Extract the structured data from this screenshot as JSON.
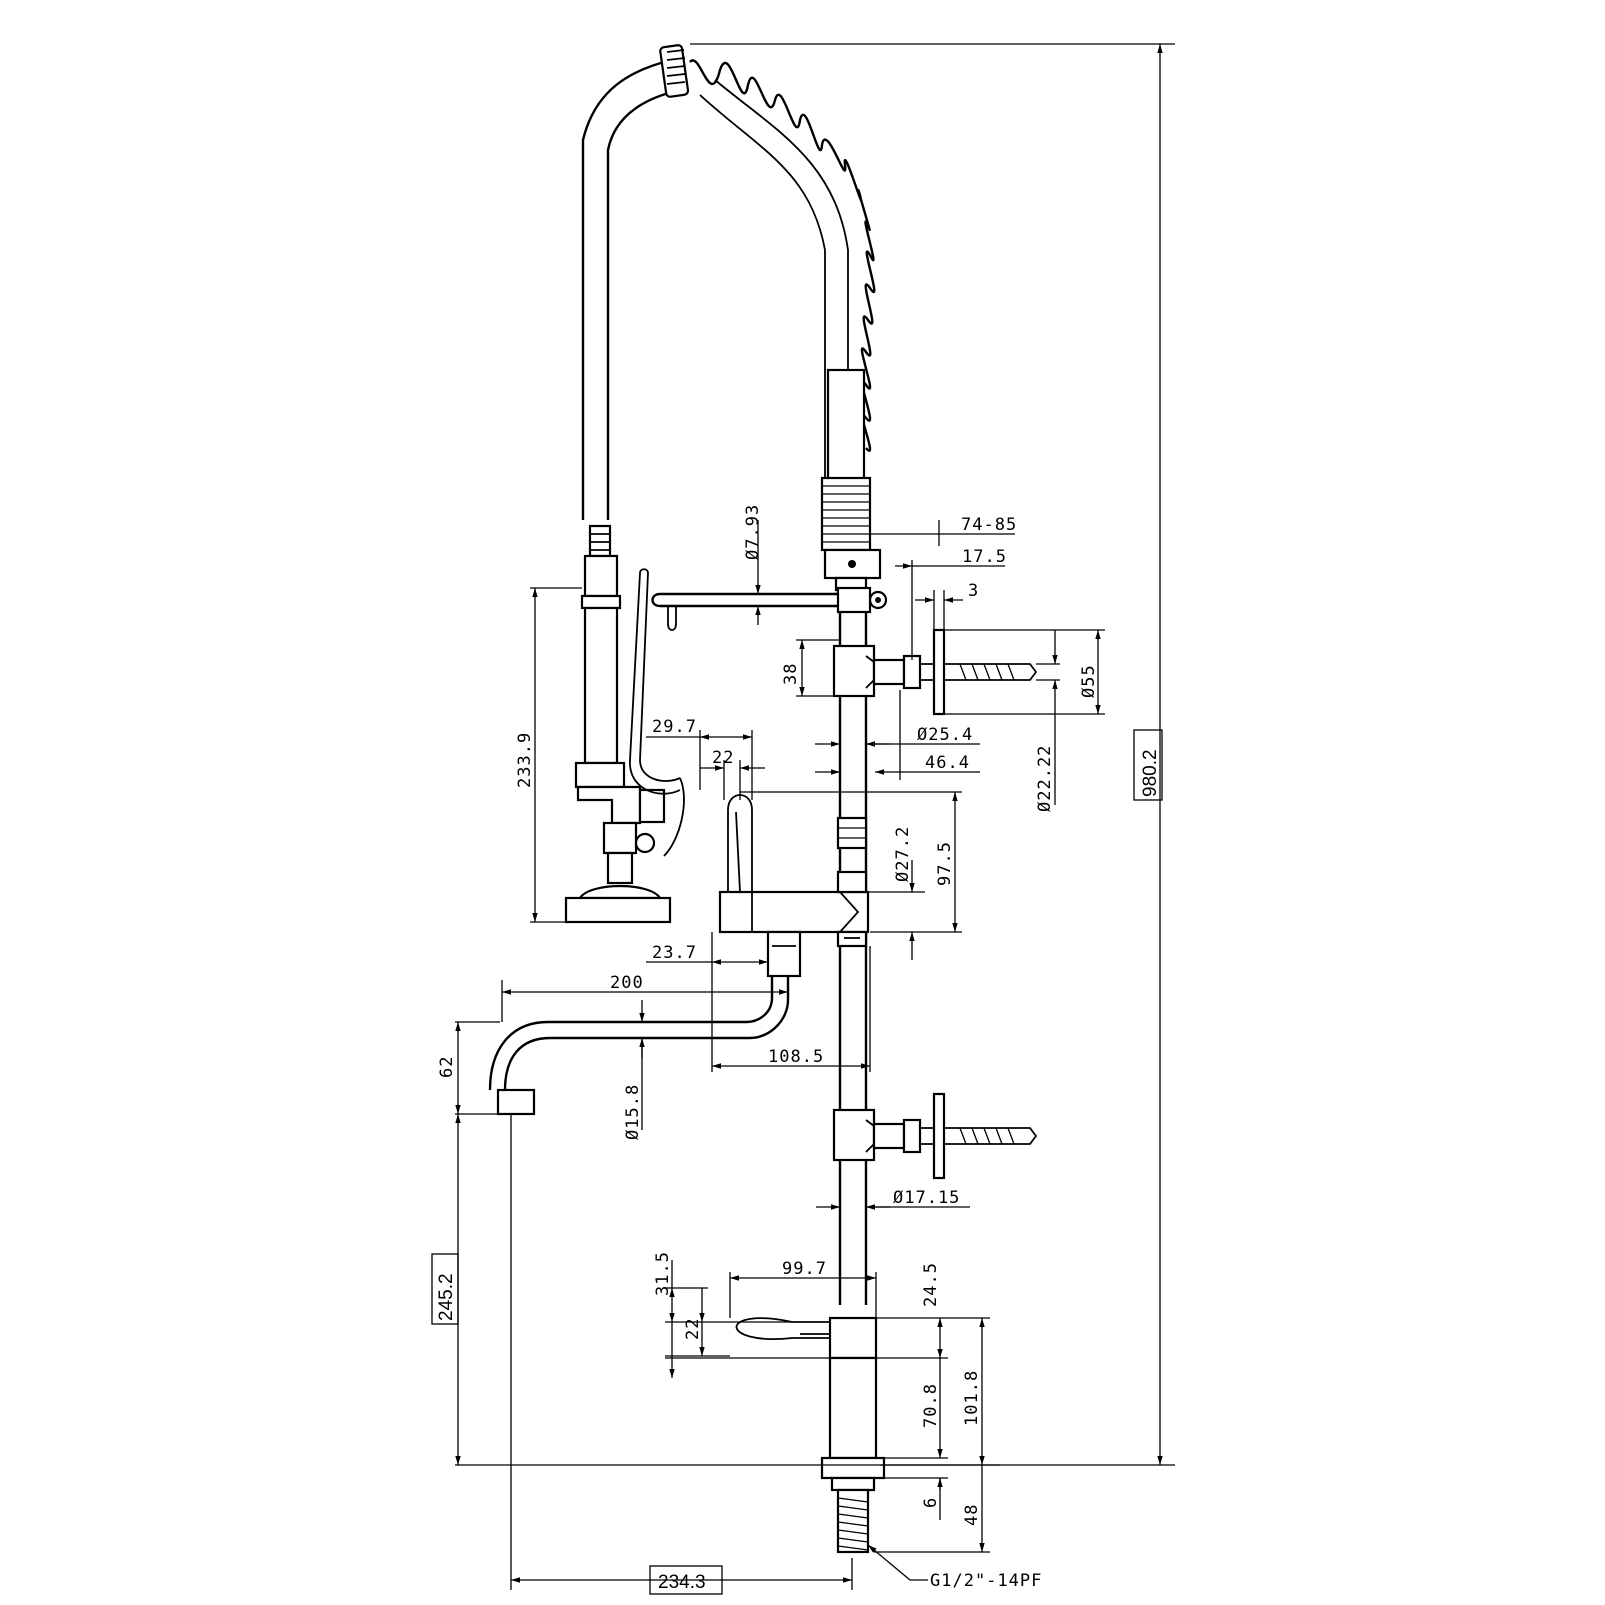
{
  "dimensions": {
    "overall_height": "980.2",
    "base_to_spout": "245.2",
    "reach": "234.3",
    "d_7_93": "Ø7.93",
    "hose_74_85": "74-85",
    "d_17_5": "17.5",
    "d_3": "3",
    "d_38": "38",
    "d_55": "Ø55",
    "d_233_9": "233.9",
    "d_29_7": "29.7",
    "d_22_top": "22",
    "d_25_4": "Ø25.4",
    "d_46_4": "46.4",
    "d_22_22": "Ø22.22",
    "d_27_2": "Ø27.2",
    "d_97_5": "97.5",
    "d_23_7": "23.7",
    "d_200": "200",
    "d_62": "62",
    "d_108_5": "108.5",
    "d_15_8": "Ø15.8",
    "d_17_15": "Ø17.15",
    "d_99_7": "99.7",
    "d_31_5": "31.5",
    "d_22_bottom": "22",
    "d_24_5": "24.5",
    "d_101_8": "101.8",
    "d_70_8": "70.8",
    "d_6": "6",
    "d_48": "48",
    "thread_spec": "G1/2\"-14PF"
  }
}
